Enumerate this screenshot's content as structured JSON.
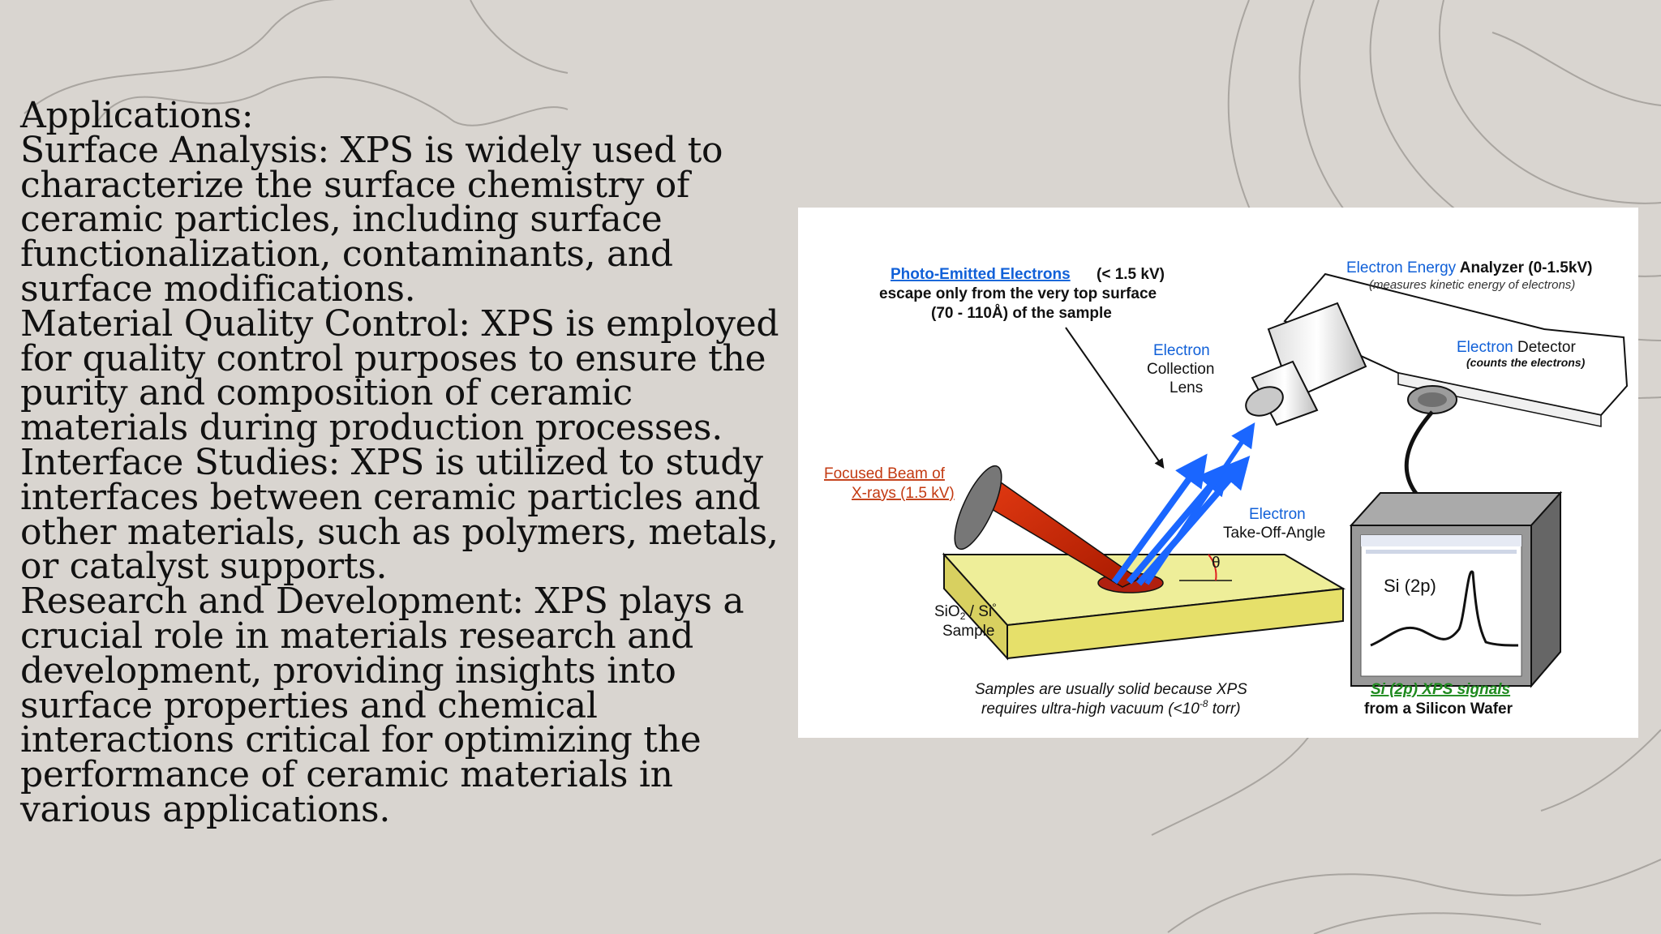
{
  "slide": {
    "lines": [
      "Applications:",
      "Surface Analysis: XPS is widely used to",
      "characterize the surface chemistry of",
      "ceramic particles, including surface",
      "functionalization, contaminants, and",
      "surface modifications.",
      "Material Quality Control: XPS is employed",
      "for quality control purposes to ensure the",
      "purity and composition of ceramic",
      "materials during production processes.",
      "Interface Studies: XPS is utilized to study",
      "interfaces between ceramic particles and",
      "other materials, such as polymers, metals,",
      "or catalyst supports.",
      "Research and Development: XPS plays a",
      "crucial role in materials research and",
      "development, providing insights into",
      "surface properties and chemical",
      "interactions critical for optimizing the",
      "performance of ceramic materials in",
      "various applications."
    ]
  },
  "diagram": {
    "photo_emitted_title": "Photo-Emitted Electrons",
    "photo_emitted_kv": "(< 1.5 kV)",
    "photo_emitted_line2": "escape only from the very top surface",
    "photo_emitted_line3": "(70 - 110Å) of the sample",
    "analyzer_blue": "Electron Energy",
    "analyzer_black": " Analyzer  (0-1.5kV)",
    "analyzer_sub": "(measures kinetic energy of electrons)",
    "lens_line1": "Electron",
    "lens_line2": "Collection",
    "lens_line3": "Lens",
    "detector_blue": "Electron",
    "detector_black": " Detector",
    "detector_sub": "(counts the electrons)",
    "xray_line1": "Focused Beam of",
    "xray_line2": "X-rays (1.5 kV)",
    "takeoff_line1": "Electron",
    "takeoff_line2": "Take-Off-Angle",
    "theta": "θ",
    "sample_line1": "SiO",
    "sample_sub": "2",
    "sample_rest": " / Si",
    "sample_deg": "°",
    "sample_line2": "Sample",
    "screen_label": "Si (2p)",
    "vacuum_line1": "Samples are usually solid because XPS",
    "vacuum_line2_a": "requires ultra-high vacuum (<10",
    "vacuum_exp": "-8",
    "vacuum_line2_b": " torr)",
    "signal_line1": "Si (2p) XPS signals",
    "signal_line2": "from a Silicon Wafer"
  },
  "colors": {
    "background": "#d9d5d0",
    "contour": "#a9a5a0",
    "xray_beam": "#cc2200",
    "electron_arrow": "#1a66ff",
    "sample_top": "#eeee99"
  }
}
